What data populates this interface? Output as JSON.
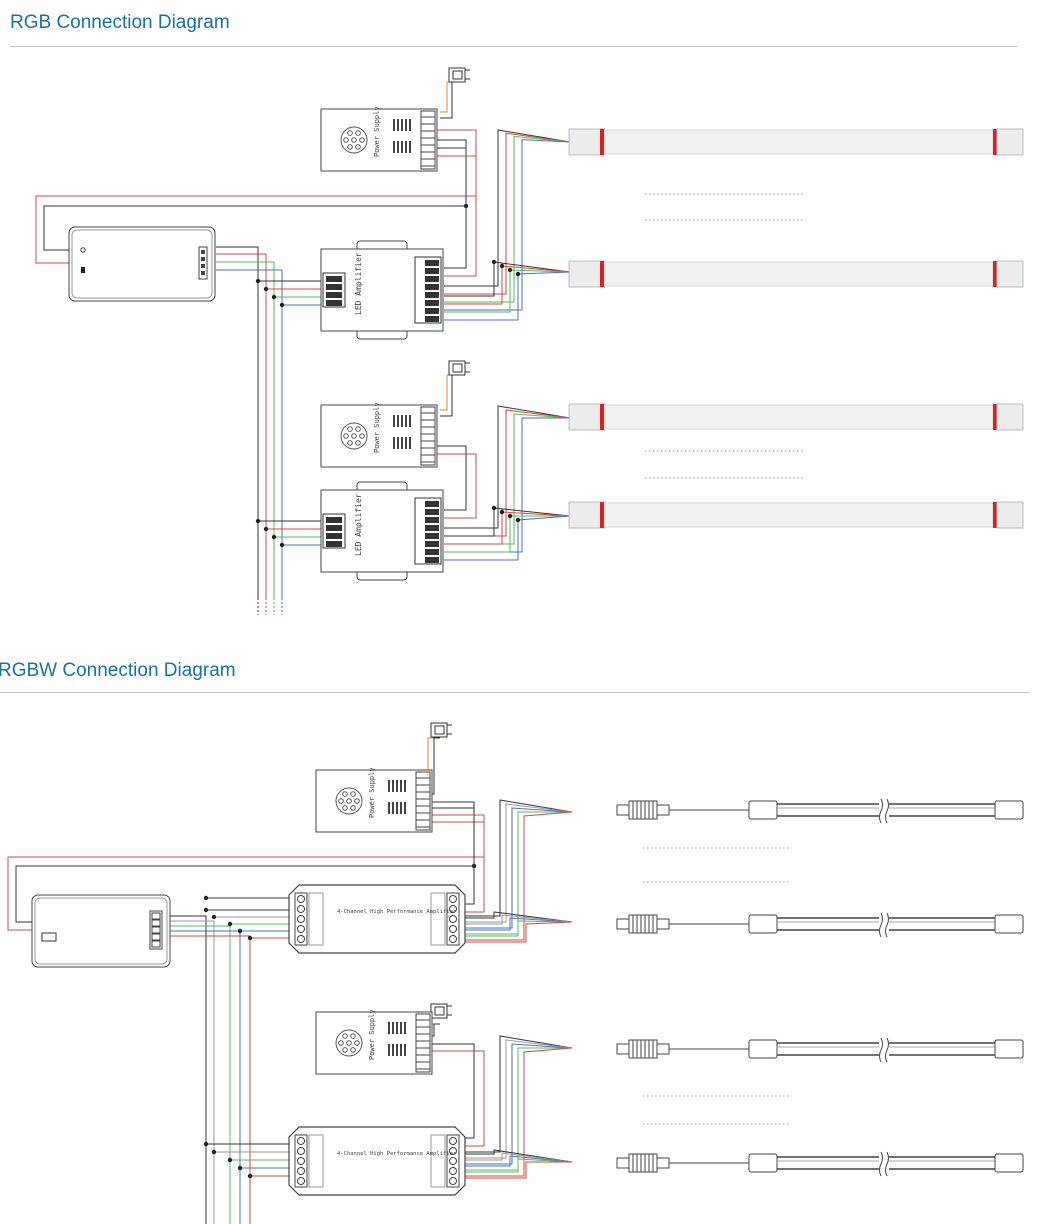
{
  "sections": [
    {
      "title": "RGB Connection Diagram"
    },
    {
      "title": "RGBW Connection Diagram"
    }
  ],
  "device_labels": {
    "power_supply": "Power Supply",
    "rgb_amplifier": "LED Amplifier",
    "rgbw_amplifier": "4-Channel High Performance Amplifier"
  },
  "colors": {
    "title": "#1b6fa8",
    "wire_red": "#d9473f",
    "wire_green": "#57b85a",
    "wire_blue": "#4a6fc4",
    "wire_black": "#333333",
    "wire_grey": "#9a9a9a",
    "wire_orange": "#d98a2b",
    "strip_cap_red": "#d2232a",
    "strip_fill": "#f1f1f1"
  }
}
